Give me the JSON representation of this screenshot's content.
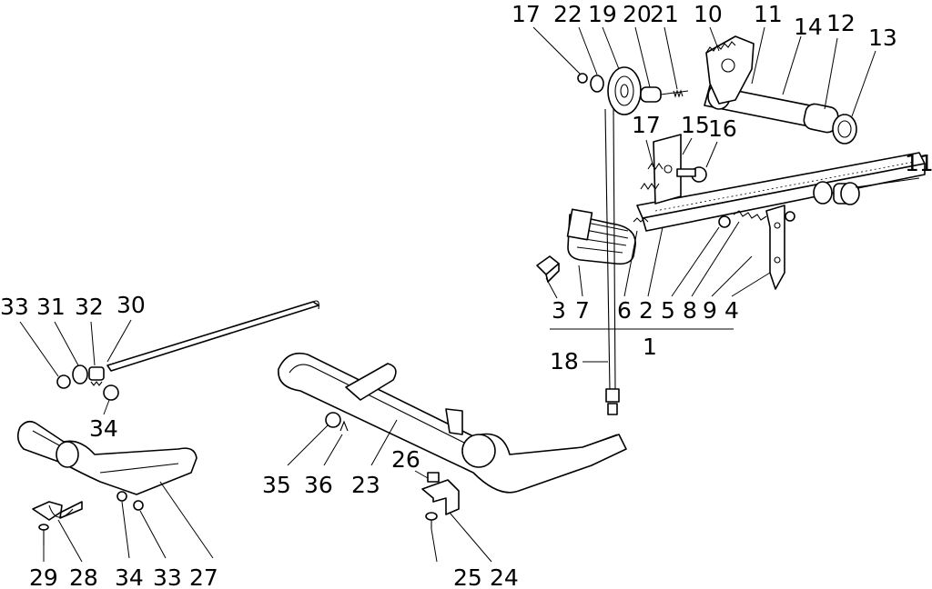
{
  "diagram": {
    "callouts": [
      {
        "id": "c17a",
        "text": "17"
      },
      {
        "id": "c22",
        "text": "22"
      },
      {
        "id": "c19",
        "text": "19"
      },
      {
        "id": "c20",
        "text": "20"
      },
      {
        "id": "c21",
        "text": "21"
      },
      {
        "id": "c10",
        "text": "10"
      },
      {
        "id": "c11a",
        "text": "11"
      },
      {
        "id": "c14",
        "text": "14"
      },
      {
        "id": "c12",
        "text": "12"
      },
      {
        "id": "c13",
        "text": "13"
      },
      {
        "id": "c17b",
        "text": "17"
      },
      {
        "id": "c15",
        "text": "15"
      },
      {
        "id": "c16",
        "text": "16"
      },
      {
        "id": "c11b",
        "text": "11"
      },
      {
        "id": "c3",
        "text": "3"
      },
      {
        "id": "c7",
        "text": "7"
      },
      {
        "id": "c6",
        "text": "6"
      },
      {
        "id": "c2",
        "text": "2"
      },
      {
        "id": "c5",
        "text": "5"
      },
      {
        "id": "c8",
        "text": "8"
      },
      {
        "id": "c9",
        "text": "9"
      },
      {
        "id": "c4",
        "text": "4"
      },
      {
        "id": "c1",
        "text": "1"
      },
      {
        "id": "c18",
        "text": "18"
      },
      {
        "id": "c33a",
        "text": "33"
      },
      {
        "id": "c31",
        "text": "31"
      },
      {
        "id": "c32",
        "text": "32"
      },
      {
        "id": "c30",
        "text": "30"
      },
      {
        "id": "c34a",
        "text": "34"
      },
      {
        "id": "c35",
        "text": "35"
      },
      {
        "id": "c36",
        "text": "36"
      },
      {
        "id": "c23",
        "text": "23"
      },
      {
        "id": "c26",
        "text": "26"
      },
      {
        "id": "c25",
        "text": "25"
      },
      {
        "id": "c24",
        "text": "24"
      },
      {
        "id": "c29",
        "text": "29"
      },
      {
        "id": "c28",
        "text": "28"
      },
      {
        "id": "c34b",
        "text": "34"
      },
      {
        "id": "c33b",
        "text": "33"
      },
      {
        "id": "c27",
        "text": "27"
      }
    ]
  }
}
